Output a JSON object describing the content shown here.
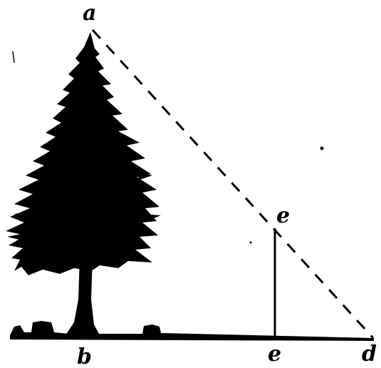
{
  "diagram": {
    "points": {
      "a": "a",
      "b": "b",
      "c": "e",
      "d": "d",
      "e": "e"
    },
    "colors": {
      "ink": "#000000",
      "background": "#ffffff"
    },
    "elements": {
      "tree": "pine-tree-silhouette",
      "staff": "vertical-staff",
      "sight_line": "dashed-line-a-to-d",
      "ground": "ground-line-b-to-d"
    }
  }
}
